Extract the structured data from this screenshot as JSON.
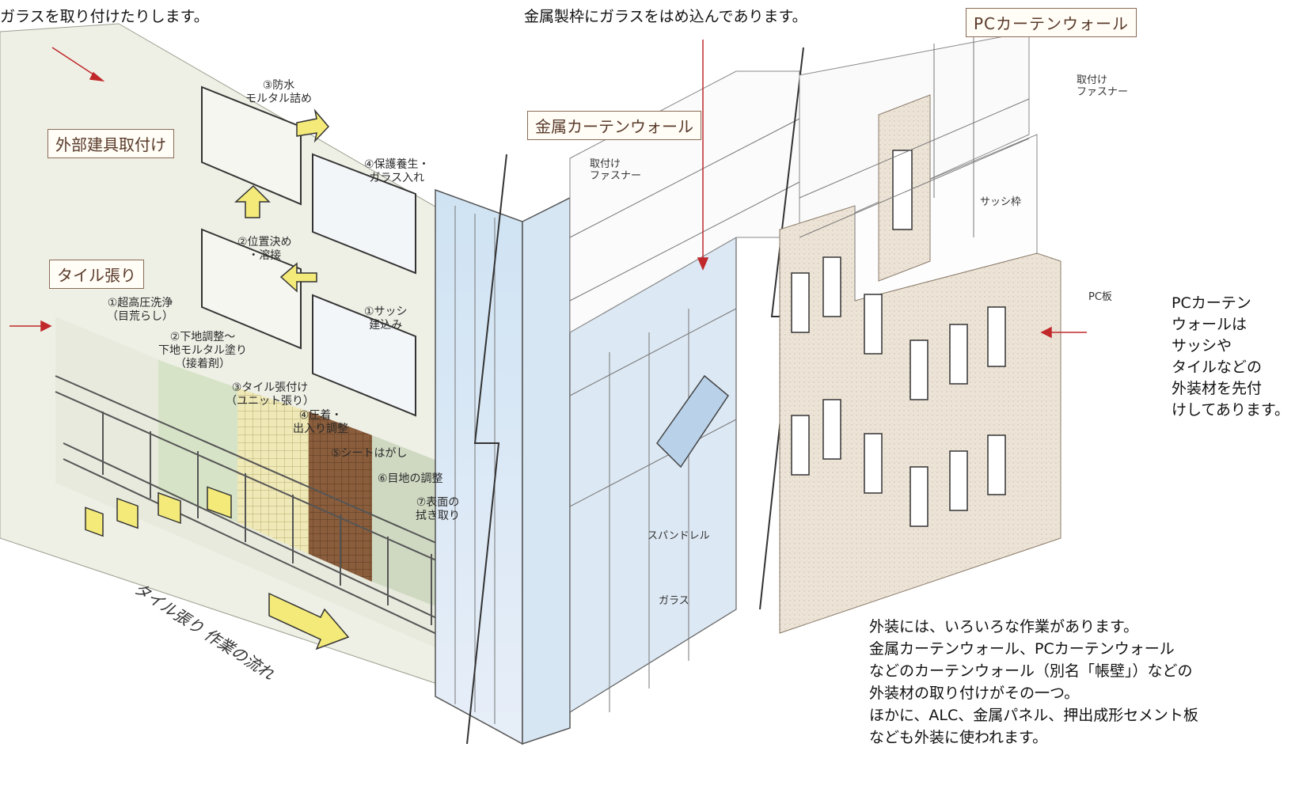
{
  "captions": {
    "top_left": "ガラスを取り付けたりします。",
    "top_center": "金属製枠にガラスをはめ込んであります。"
  },
  "boxes": {
    "exterior_fittings": "外部建具取付け",
    "tiling": "タイル張り",
    "metal_curtain_wall": "金属カーテンウォール",
    "pc_curtain_wall": "PCカーテンウォール"
  },
  "sash_steps": {
    "s1": "①サッシ\n建込み",
    "s2": "②位置決め\n・溶接",
    "s3": "③防水\nモルタル詰め",
    "s4": "④保護養生・\nガラス入れ"
  },
  "tile_steps": {
    "t1": "①超高圧洗浄\n（目荒らし）",
    "t2": "②下地調整～\n下地モルタル塗り\n（接着剤）",
    "t3": "③タイル張付け\n（ユニット張り）",
    "t4": "④圧着・\n出入り調整",
    "t5": "⑤シートはがし",
    "t6": "⑥目地の調整",
    "t7": "⑦表面の\n拭き取り"
  },
  "flow_label": "タイル張り 作業の流れ",
  "metal_labels": {
    "fastener": "取付け\nファスナー",
    "spandrel": "スパンドレル",
    "glass": "ガラス"
  },
  "pc_labels": {
    "fastener": "取付け\nファスナー",
    "sash_frame": "サッシ枠",
    "pc_panel": "PC板"
  },
  "right_note": [
    "PCカーテン",
    "ウォールは",
    "サッシや",
    "タイルなどの",
    "外装材を先付",
    "けしてあります。"
  ],
  "paragraph": [
    "外装には、いろいろな作業があります。",
    "金属カーテンウォール、PCカーテンウォール",
    "などのカーテンウォール（別名「帳壁」）などの",
    "外装材の取り付けがその一つ。",
    "ほかに、ALC、金属パネル、押出成形セメント板",
    "なども外装に使われます。"
  ],
  "colors": {
    "arrow_red": "#c0282a",
    "yellow_arrow": "#f3ea7a",
    "box_border": "#8a6a55",
    "glass": "#c9dcef",
    "pc_panel": "#ece3d8"
  }
}
